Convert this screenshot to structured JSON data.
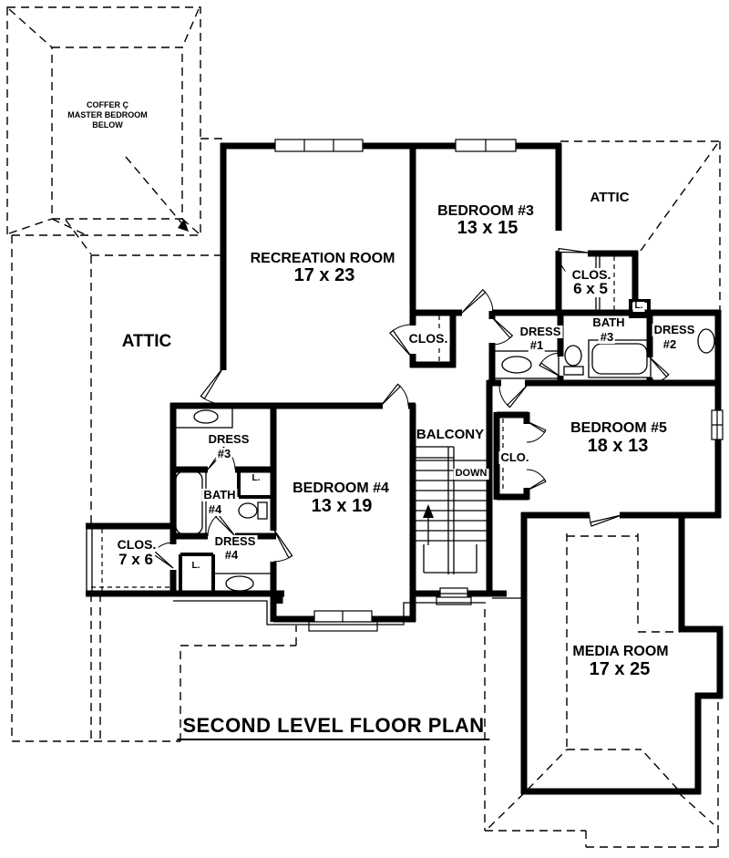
{
  "page": {
    "title": "SECOND LEVEL FLOOR PLAN",
    "coffer_note": {
      "line1": "COFFER Ç",
      "line2": "MASTER BEDROOM",
      "line3": "BELOW"
    },
    "attic_left": "ATTIC",
    "attic_right": "ATTIC",
    "stairs_label": "DOWN",
    "linen_label": "L.",
    "rooms": {
      "recreation": {
        "name": "RECREATION ROOM",
        "dims": "17 x 23"
      },
      "bedroom3": {
        "name": "BEDROOM #3",
        "dims": "13 x 15"
      },
      "bedroom4": {
        "name": "BEDROOM #4",
        "dims": "13 x 19"
      },
      "bedroom5": {
        "name": "BEDROOM #5",
        "dims": "18 x 13"
      },
      "media": {
        "name": "MEDIA ROOM",
        "dims": "17 x 25"
      },
      "closet65": {
        "name": "CLOS.",
        "dims": "6 x 5"
      },
      "closet76": {
        "name": "CLOS.",
        "dims": "7 x 6"
      },
      "closet_hall": {
        "name": "CLOS."
      },
      "closet_bedroom5": {
        "name": "CLO."
      },
      "balcony": {
        "name": "BALCONY"
      },
      "dress1": {
        "name": "DRESS",
        "num": "#1"
      },
      "dress2": {
        "name": "DRESS",
        "num": "#2"
      },
      "dress3": {
        "name": "DRESS",
        "num": "#3"
      },
      "dress4": {
        "name": "DRESS",
        "num": "#4"
      },
      "bath3": {
        "name": "BATH",
        "num": "#3"
      },
      "bath4": {
        "name": "BATH",
        "num": "#4"
      }
    },
    "colors": {
      "ink": "#000000",
      "paper": "#ffffff"
    }
  }
}
